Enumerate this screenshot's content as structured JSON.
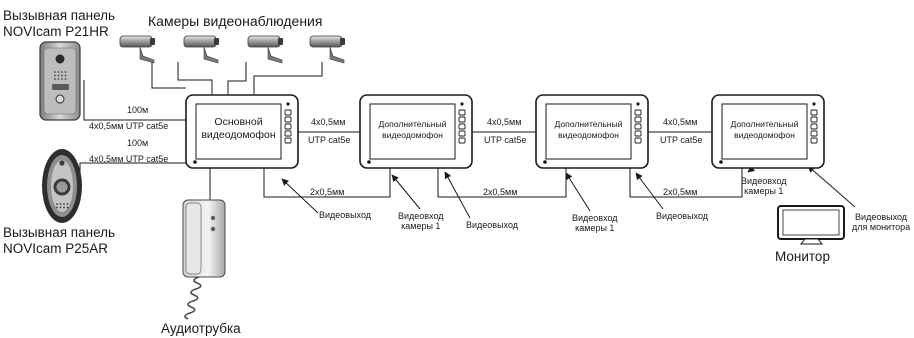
{
  "panels": {
    "top": {
      "line1": "Вызывная панель",
      "line2": "NOVIcam P21HR"
    },
    "bottom": {
      "line1": "Вызывная панель",
      "line2": "NOVIcam P25AR"
    }
  },
  "cameras_title": "Камеры видеонаблюдения",
  "main_monitor": "Основной\nвидеодомофон",
  "extra_monitor": "Дополнительный\nвидеодомофон",
  "cables": {
    "length": "100м",
    "utp_panel": "4x0,5мм UTP cat5e",
    "four_wire": "4x0,5мм",
    "utp": "UTP cat5e",
    "two_wire": "2x0,5мм"
  },
  "labels": {
    "video_out": "Видеовыход",
    "video_in_cam1": "Видеовход\nкамеры 1",
    "video_out_monitor": "Видеовыход\nдля монитора",
    "handset": "Аудиотрубка",
    "monitor": "Монитор"
  },
  "icons": [
    "camera-icon",
    "call-panel-p21hr-icon",
    "call-panel-p25ar-icon",
    "handset-icon",
    "monitor-icon"
  ]
}
